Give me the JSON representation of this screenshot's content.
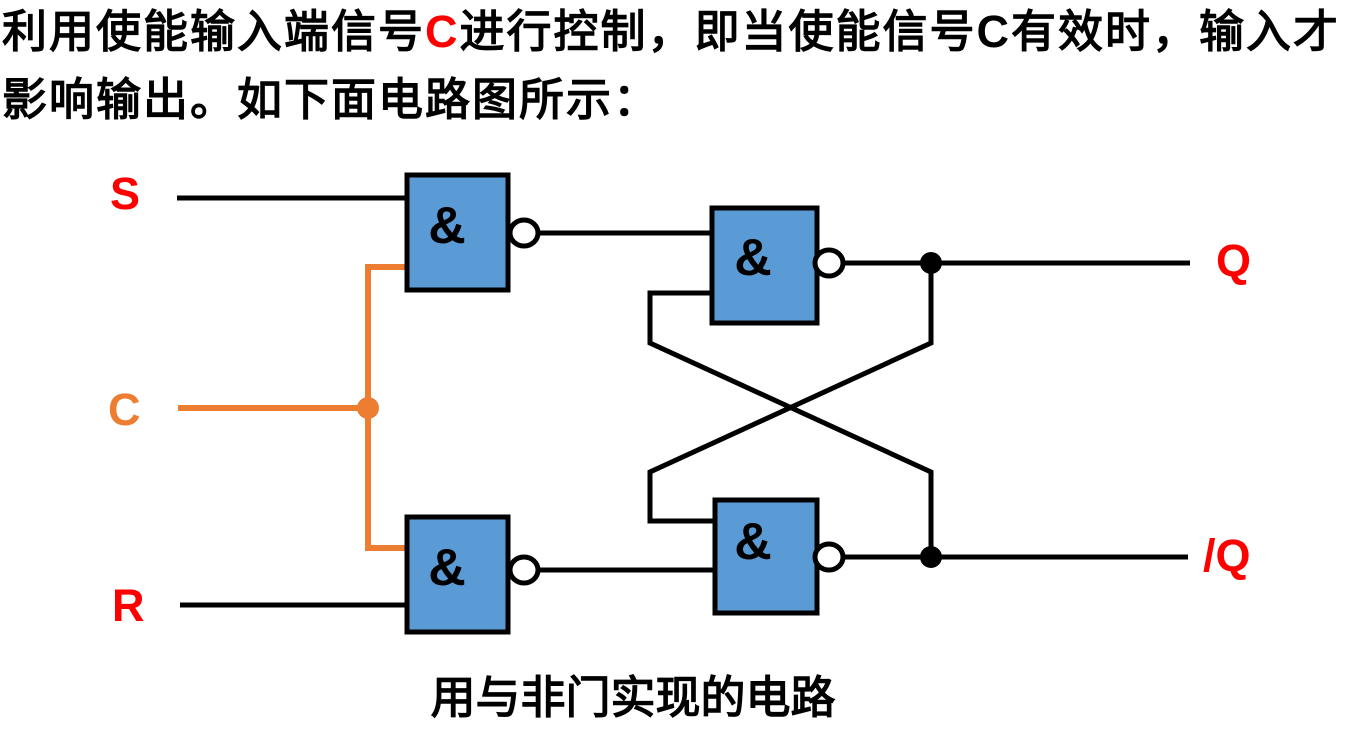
{
  "colors": {
    "red": "#FF0000",
    "orange": "#ED7D31",
    "gate_blue": "#5B9BD5",
    "wire": "#000000",
    "background": "#FFFFFF"
  },
  "intro": {
    "line1_segments": [
      {
        "text": "利用使能输入端信号"
      },
      {
        "text": "C"
      },
      {
        "text": "进行控制，即当使能信号C有效时，输入才"
      }
    ],
    "line2": "影响输出。如下面电路图所示："
  },
  "signals": {
    "s": "S",
    "c": "C",
    "r": "R",
    "q": "Q",
    "q_bar": "/Q"
  },
  "gates": [
    {
      "id": "nand-gate-s",
      "symbol": "&"
    },
    {
      "id": "nand-gate-q",
      "symbol": "&"
    },
    {
      "id": "nand-gate-r",
      "symbol": "&"
    },
    {
      "id": "nand-gate-qbar",
      "symbol": "&"
    }
  ],
  "caption": "用与非门实现的电路"
}
